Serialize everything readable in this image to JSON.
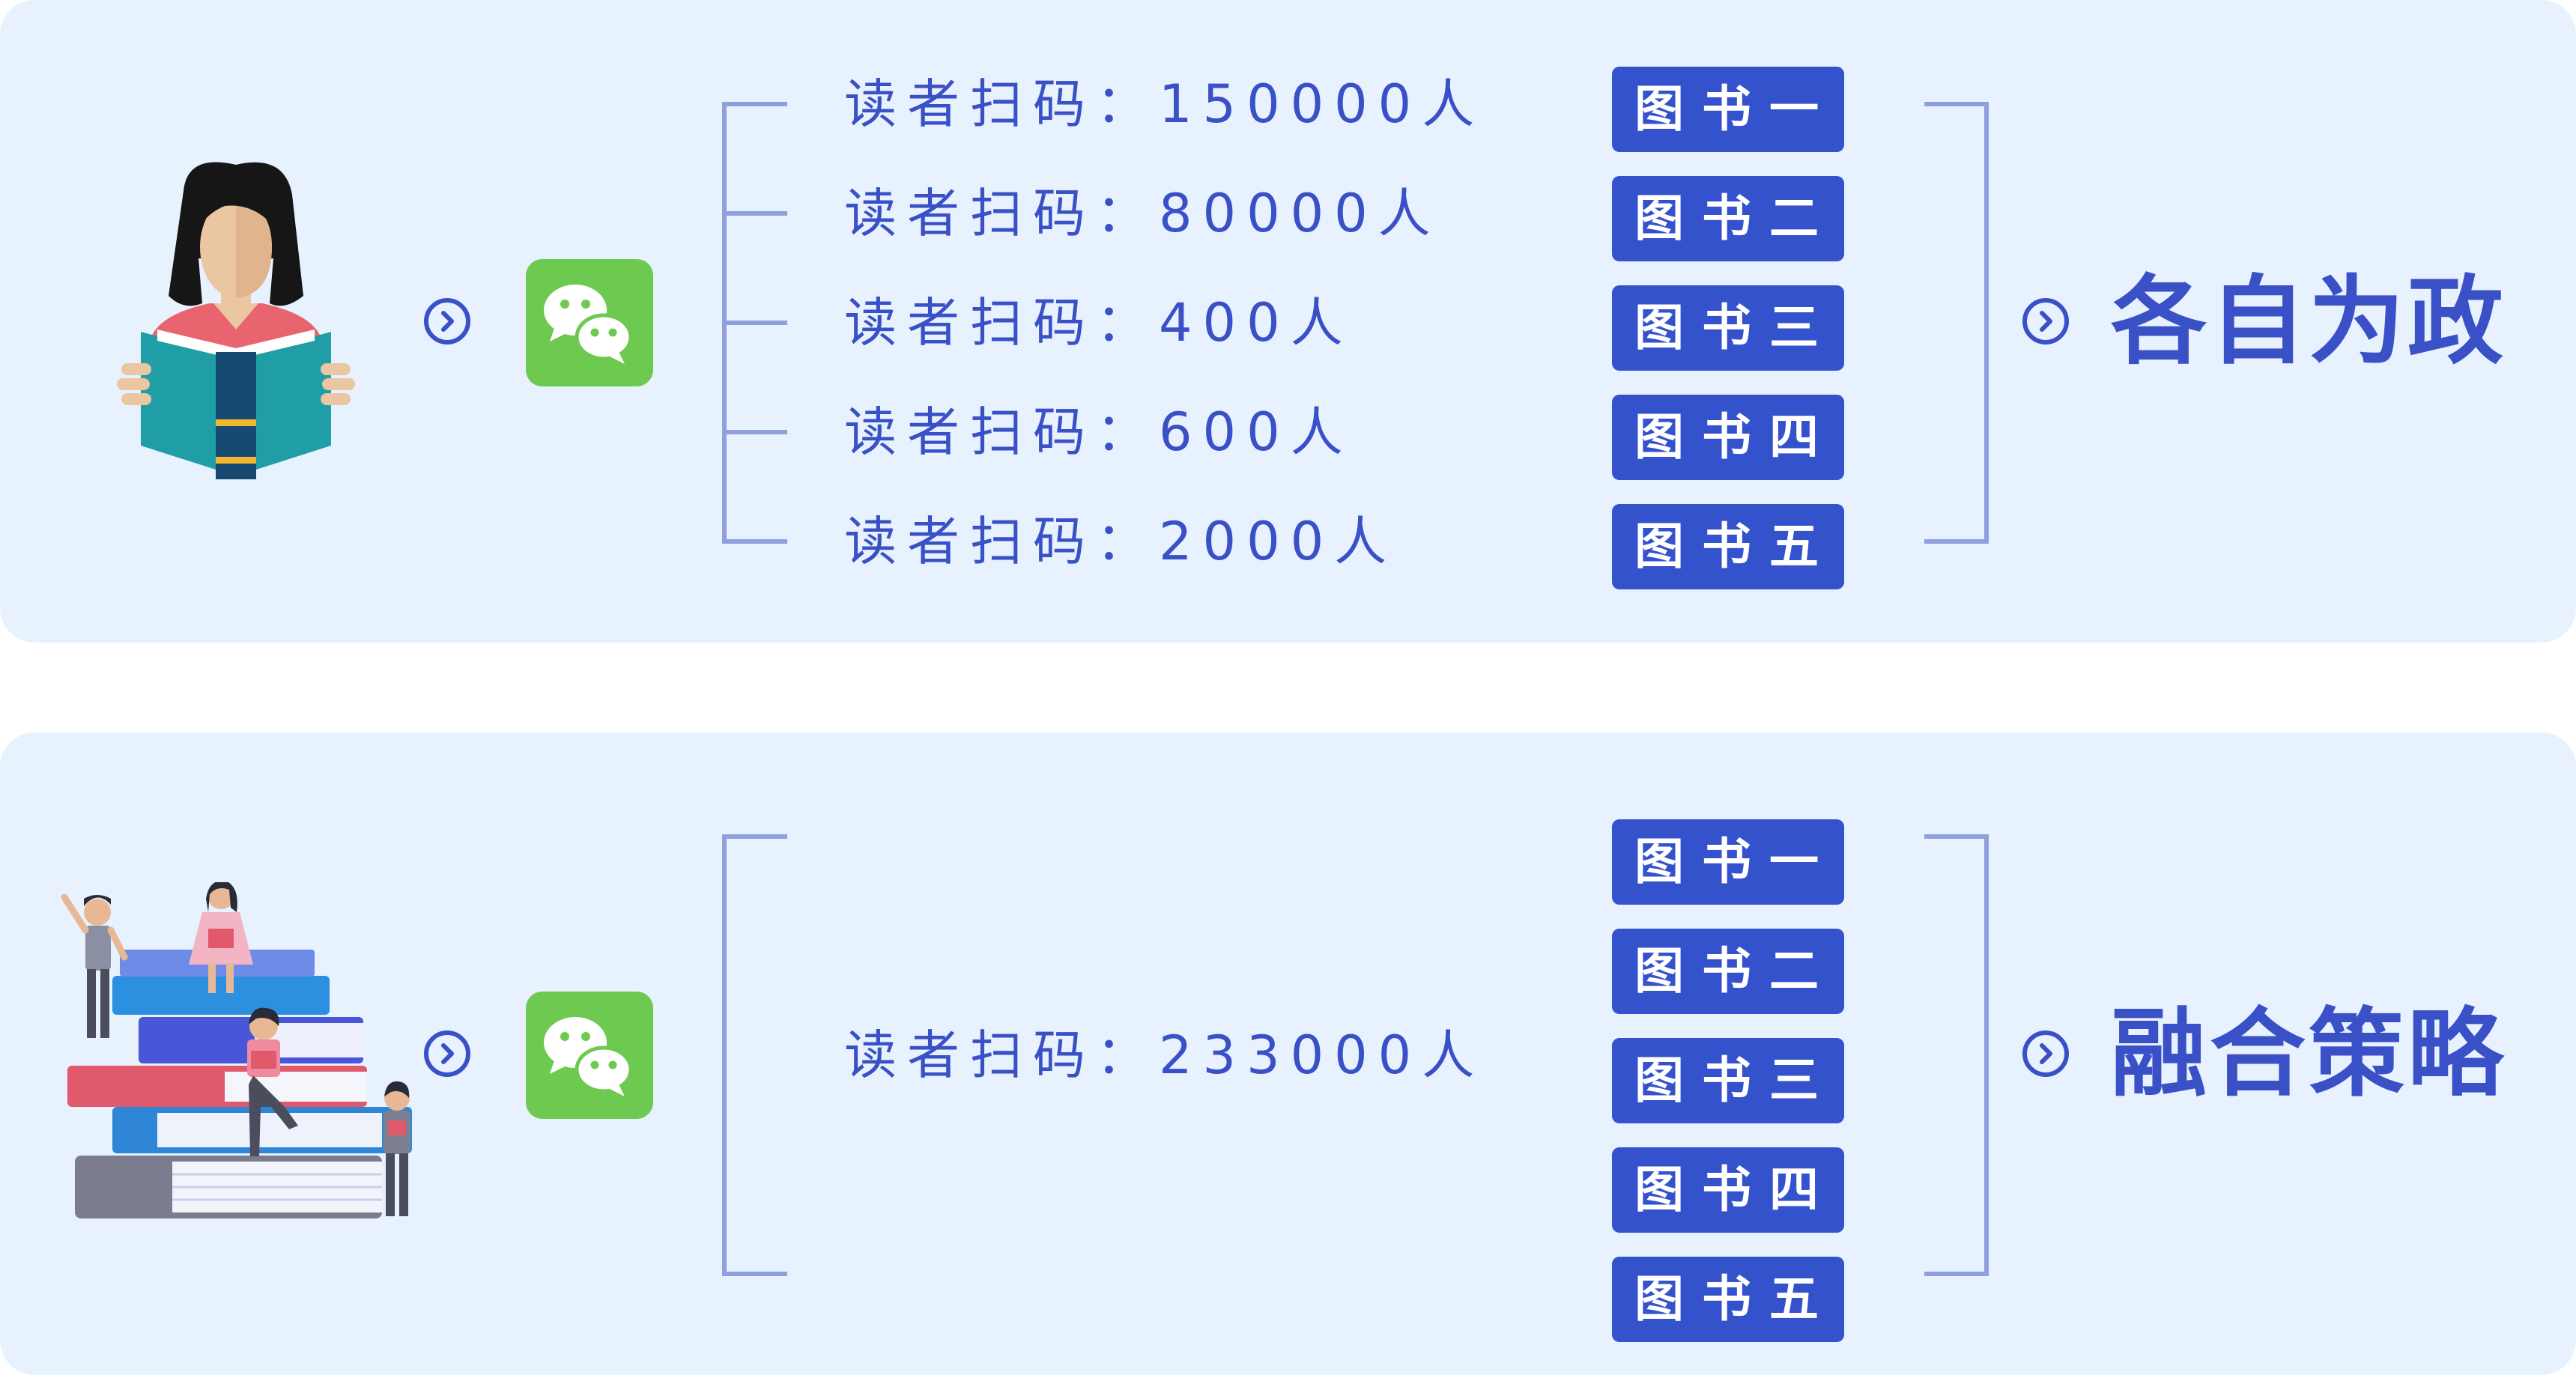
{
  "top": {
    "scans": [
      {
        "prefix": "读者扫码：",
        "count": "150000人"
      },
      {
        "prefix": "读者扫码：",
        "count": "80000人"
      },
      {
        "prefix": "读者扫码：",
        "count": "400人"
      },
      {
        "prefix": "读者扫码：",
        "count": "600人"
      },
      {
        "prefix": "读者扫码：",
        "count": "2000人"
      }
    ],
    "books": [
      "图书一",
      "图书二",
      "图书三",
      "图书四",
      "图书五"
    ],
    "strategy": "各自为政"
  },
  "bottom": {
    "scan": {
      "prefix": "读者扫码：",
      "count": "233000人"
    },
    "books": [
      "图书一",
      "图书二",
      "图书三",
      "图书四",
      "图书五"
    ],
    "strategy": "融合策略"
  },
  "colors": {
    "panel": "#e7f2fe",
    "accent": "#3a50c6",
    "tag": "#3352cc",
    "bracket": "#8fa0dc",
    "wechat": "#6dc94f"
  },
  "icons": [
    "reader-illustration",
    "arrow-circle-icon",
    "wechat-icon",
    "students-on-books-illustration"
  ]
}
